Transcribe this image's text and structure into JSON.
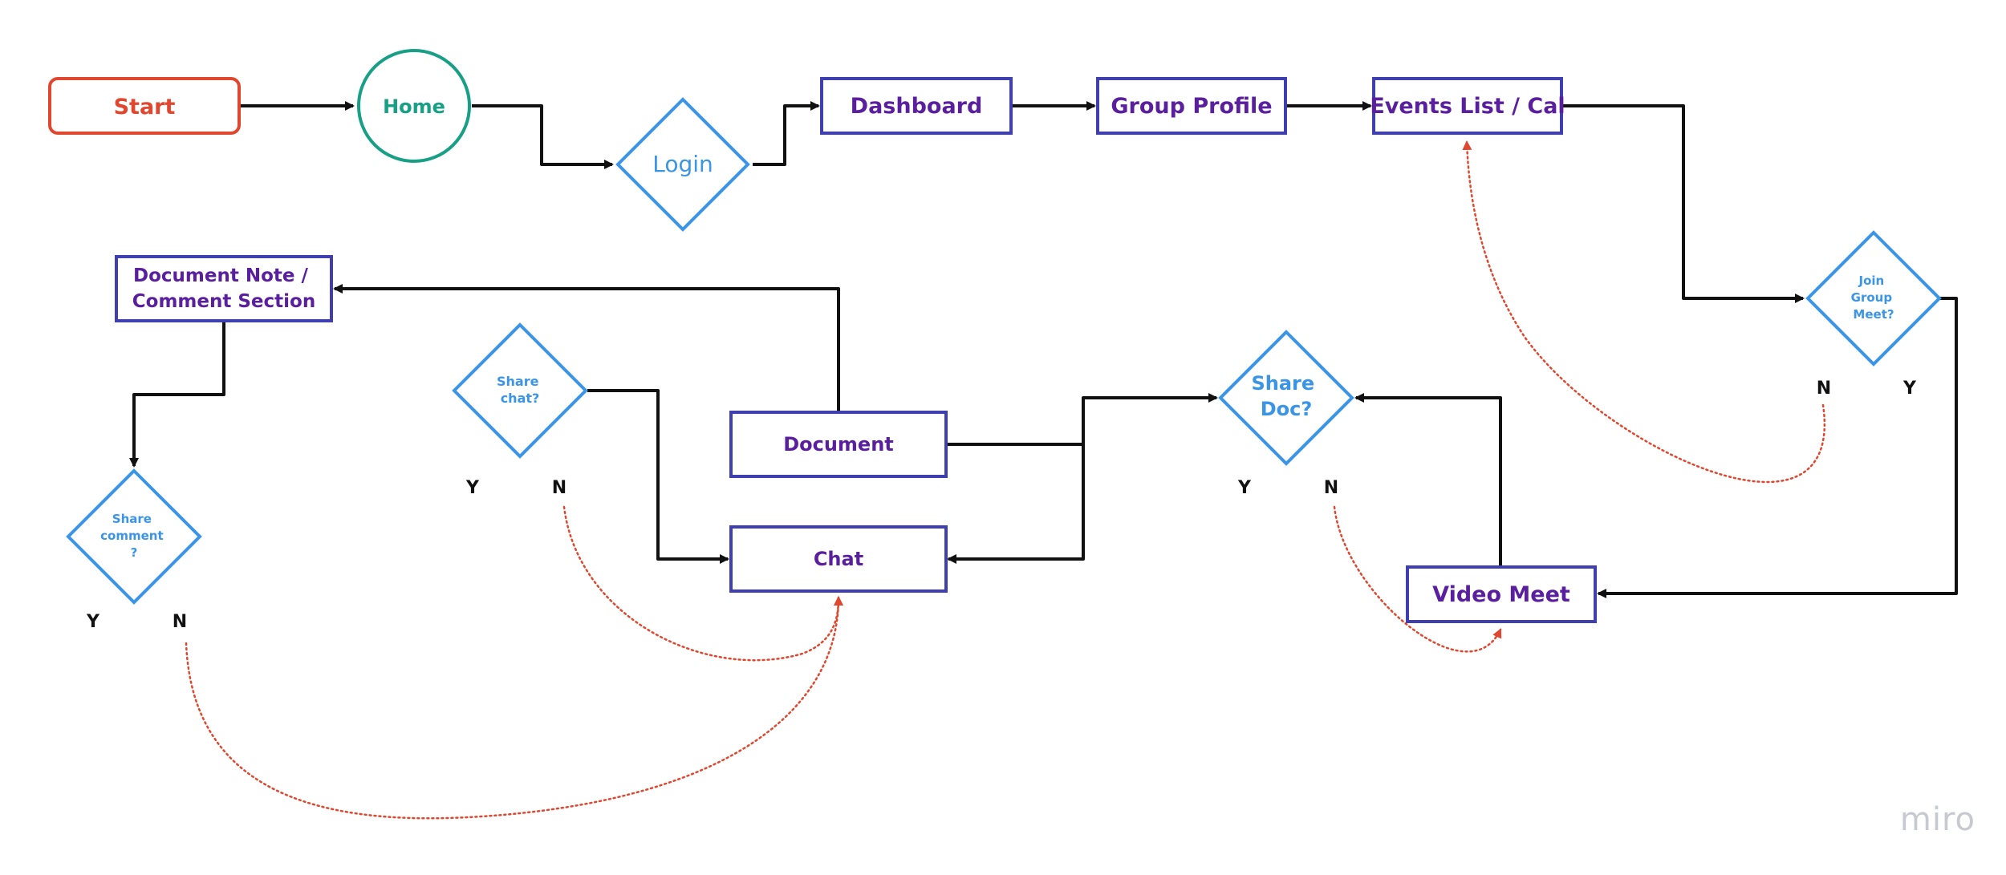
{
  "colors": {
    "start": "#e0472f",
    "home": "#17a085",
    "process_border": "#3f3faf",
    "process_text": "#5a1f9e",
    "decision_border": "#3b95e6",
    "decision_text": "#3b95e6",
    "connector": "#111111",
    "no_path": "#e0472f",
    "watermark": "#c7c9d1"
  },
  "nodes": {
    "start": {
      "label": "Start",
      "shape": "rounded-rect"
    },
    "home": {
      "label": "Home",
      "shape": "circle"
    },
    "login": {
      "label": "Login",
      "shape": "diamond"
    },
    "dashboard": {
      "label": "Dashboard",
      "shape": "rect"
    },
    "group_profile": {
      "label": "Group Profile",
      "shape": "rect"
    },
    "events_list": {
      "label": "Events List / Cal",
      "shape": "rect"
    },
    "join_group_meet": {
      "label_lines": [
        "Join",
        "Group",
        "Meet?"
      ],
      "shape": "diamond",
      "yes": "Y",
      "no": "N"
    },
    "video_meet": {
      "label": "Video Meet",
      "shape": "rect"
    },
    "share_doc": {
      "label_lines": [
        "Share",
        "Doc?"
      ],
      "shape": "diamond",
      "yes": "Y",
      "no": "N"
    },
    "document": {
      "label": "Document",
      "shape": "rect"
    },
    "chat": {
      "label": "Chat",
      "shape": "rect"
    },
    "share_chat": {
      "label_lines": [
        "Share",
        "chat?"
      ],
      "shape": "diamond",
      "yes": "Y",
      "no": "N"
    },
    "document_note": {
      "label_lines": [
        "Document Note /",
        "Comment Section"
      ],
      "shape": "rect"
    },
    "share_comment": {
      "label_lines": [
        "Share",
        "comment",
        "?"
      ],
      "shape": "diamond",
      "yes": "Y",
      "no": "N"
    }
  },
  "edges": [
    {
      "from": "start",
      "to": "home",
      "style": "solid"
    },
    {
      "from": "home",
      "to": "login",
      "style": "solid"
    },
    {
      "from": "login",
      "to": "dashboard",
      "style": "solid"
    },
    {
      "from": "dashboard",
      "to": "group_profile",
      "style": "solid"
    },
    {
      "from": "group_profile",
      "to": "events_list",
      "style": "solid"
    },
    {
      "from": "events_list",
      "to": "join_group_meet",
      "style": "solid"
    },
    {
      "from": "join_group_meet",
      "to": "video_meet",
      "label": "Y",
      "style": "solid"
    },
    {
      "from": "join_group_meet",
      "to": "events_list",
      "label": "N",
      "style": "dotted"
    },
    {
      "from": "video_meet",
      "to": "share_doc",
      "style": "solid"
    },
    {
      "from": "share_doc",
      "to": "video_meet",
      "label": "N",
      "style": "dotted"
    },
    {
      "from": "document",
      "to": "share_doc",
      "style": "solid"
    },
    {
      "from": "document",
      "to": "chat",
      "style": "solid"
    },
    {
      "from": "document",
      "to": "document_note",
      "style": "solid"
    },
    {
      "from": "share_chat",
      "to": "chat",
      "style": "solid"
    },
    {
      "from": "share_chat",
      "to": "chat",
      "label": "N",
      "style": "dotted"
    },
    {
      "from": "document_note",
      "to": "share_comment",
      "style": "solid"
    },
    {
      "from": "share_comment",
      "to": "chat",
      "label": "N",
      "style": "dotted"
    }
  ],
  "watermark": "miro"
}
